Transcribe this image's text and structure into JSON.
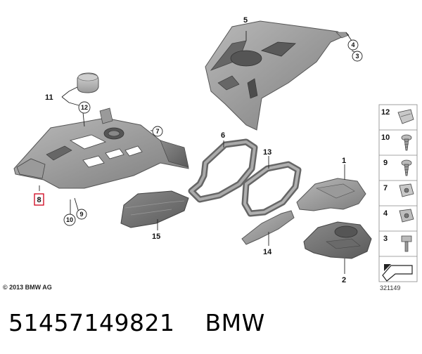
{
  "callouts": {
    "c1": "1",
    "c2": "2",
    "c3": "3",
    "c4": "4",
    "c5": "5",
    "c6": "6",
    "c7": "7",
    "c8": "8",
    "c9": "9",
    "c10": "10",
    "c11": "11",
    "c12": "12",
    "c13": "13",
    "c14": "14",
    "c15": "15"
  },
  "legend": {
    "items": [
      {
        "number": "12"
      },
      {
        "number": "10"
      },
      {
        "number": "9"
      },
      {
        "number": "7"
      },
      {
        "number": "4"
      },
      {
        "number": "3"
      }
    ]
  },
  "copyright": "© 2013 BMW AG",
  "diagram_code": "321149",
  "footer": {
    "part_number": "51457149821",
    "brand": "BMW"
  }
}
